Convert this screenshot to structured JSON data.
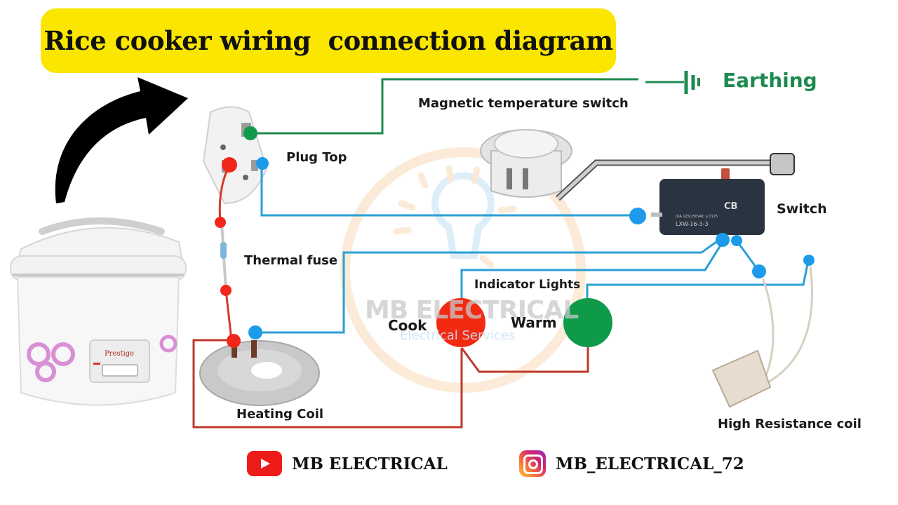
{
  "title": "Rice cooker wiring  connection diagram",
  "labels": {
    "earthing": "Earthing",
    "magnetic_switch": "Magnetic temperature switch",
    "plug_top": "Plug Top",
    "switch": "Switch",
    "thermal_fuse": "Thermal fuse",
    "indicator_lights": "Indicator Lights",
    "cook": "Cook",
    "warm": "Warm",
    "heating_coil": "Heating Coil",
    "high_resistance_coil": "High Resistance coil"
  },
  "switch_markings": {
    "cb": "CB",
    "rating": "10A 125/250VAC µ T125",
    "model": "LXW-16-3-3"
  },
  "cooker_brand": "Prestige",
  "watermark": {
    "main": "MB ELECTRICAL",
    "sub": "Electrical Services"
  },
  "footer": {
    "youtube": "MB ELECTRICAL",
    "instagram": "MB_ELECTRICAL_72"
  },
  "colors": {
    "title_bg": "#fbe600",
    "earth_wire": "#1d8a4e",
    "neutral_wire": "#2b9fd6",
    "phase_wire": "#d43a2a",
    "cook_light": "#f22a12",
    "warm_light": "#0f9a4a",
    "terminal_blue": "#1d9bea",
    "terminal_red": "#f2261a",
    "terminal_green": "#119a4a"
  }
}
